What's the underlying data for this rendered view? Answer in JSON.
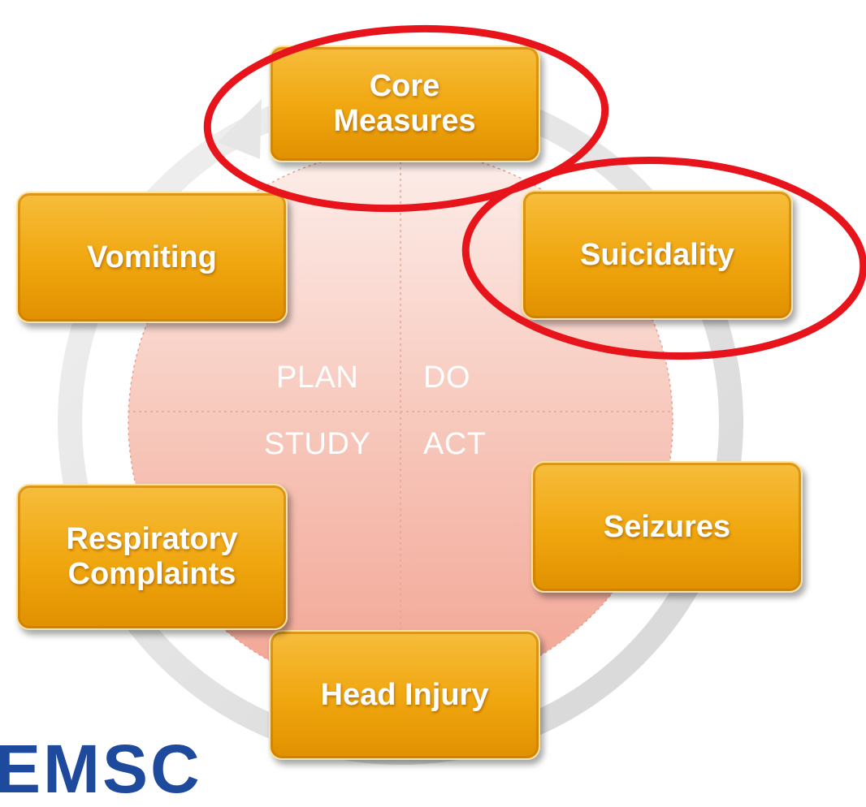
{
  "diagram": {
    "center_labels": {
      "plan": "PLAN",
      "do": "DO",
      "study": "STUDY",
      "act": "ACT"
    },
    "boxes": [
      {
        "key": "core_measures",
        "label": "Core\nMeasures",
        "highlighted": true
      },
      {
        "key": "suicidality",
        "label": "Suicidality",
        "highlighted": true
      },
      {
        "key": "seizures",
        "label": "Seizures",
        "highlighted": false
      },
      {
        "key": "head_injury",
        "label": "Head Injury",
        "highlighted": false
      },
      {
        "key": "respiratory_complaints",
        "label": "Respiratory\nComplaints",
        "highlighted": false
      },
      {
        "key": "vomiting",
        "label": "Vomiting",
        "highlighted": false
      }
    ],
    "colors": {
      "box_fill": "#f0a60e",
      "highlight_ring": "#e8141c",
      "cycle_arrow": "#e0e0e0",
      "center_fill": "#f5b5a6",
      "logo": "#1d4a9c"
    }
  },
  "logo": {
    "text": "EMSC"
  }
}
